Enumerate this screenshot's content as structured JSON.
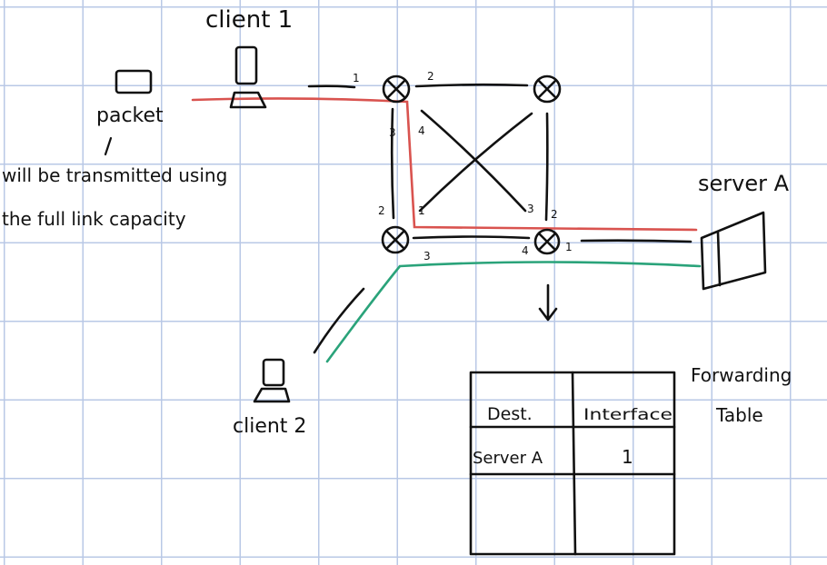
{
  "labels": {
    "client1": "client 1",
    "client2": "client 2",
    "packet": "packet",
    "note_line1": "will be transmitted using",
    "note_line2": "the full link capacity",
    "server": "server A",
    "table_title_line1": "Forwarding",
    "table_title_line2": "Table"
  },
  "ports": {
    "client1_link": "1",
    "top_left_right": "2",
    "top_left_down": "3",
    "top_left_diag": "4",
    "bottom_left_up": "2",
    "bottom_left_diag": "1",
    "bottom_left_right": "3",
    "bottom_right_left": "4",
    "bottom_right_diag": "3",
    "bottom_right_up": "2",
    "bottom_right_server": "1"
  },
  "forwarding_table": {
    "headers": [
      "Dest.",
      "Interface"
    ],
    "rows": [
      [
        "Server A",
        "1"
      ],
      [
        "",
        ""
      ]
    ]
  },
  "colors": {
    "path_client1": "#d9534f",
    "path_client2": "#2aa37a",
    "grid": "#b9c8e6",
    "ink": "#111111"
  },
  "icons": {
    "router": "router-icon",
    "client": "client-computer-icon",
    "server": "server-icon",
    "packet": "packet-icon"
  }
}
